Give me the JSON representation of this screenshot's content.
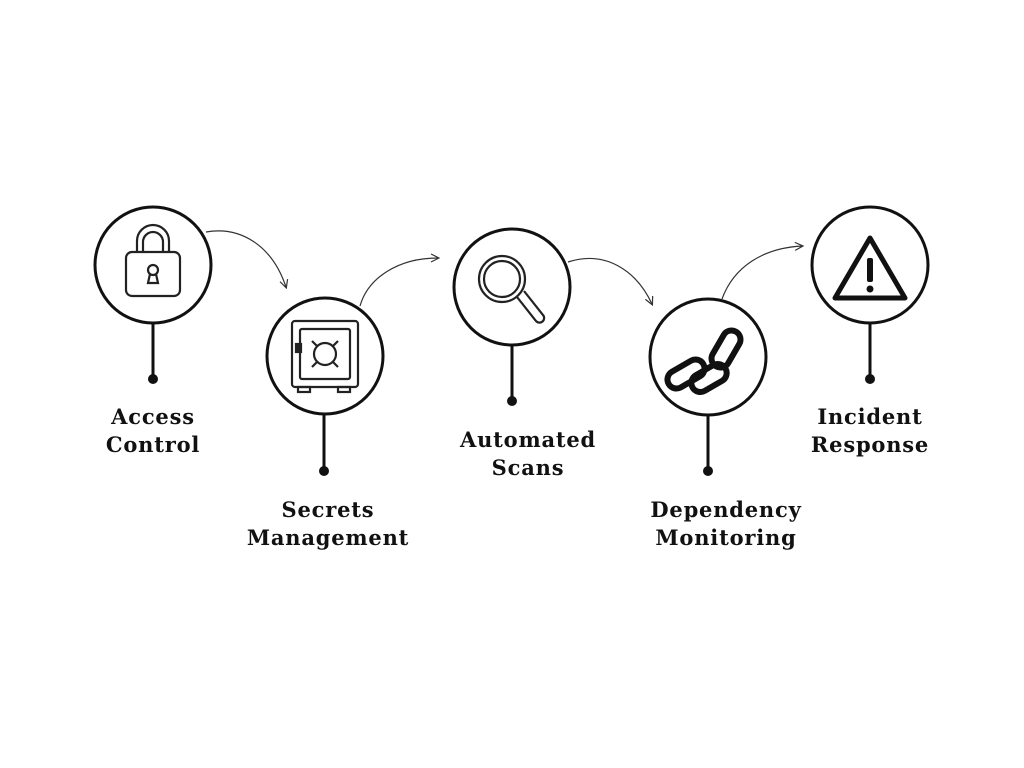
{
  "diagram": {
    "steps": [
      {
        "id": "access-control",
        "icon": "padlock-icon",
        "label": [
          "Access",
          "Control"
        ]
      },
      {
        "id": "secrets-management",
        "icon": "safe-vault-icon",
        "label": [
          "Secrets",
          "Management"
        ]
      },
      {
        "id": "automated-scans",
        "icon": "magnifying-glass-icon",
        "label": [
          "Automated",
          "Scans"
        ]
      },
      {
        "id": "dependency-monitoring",
        "icon": "chain-link-icon",
        "label": [
          "Dependency",
          "Monitoring"
        ]
      },
      {
        "id": "incident-response",
        "icon": "warning-triangle-icon",
        "label": [
          "Incident",
          "Response"
        ]
      }
    ],
    "colors": {
      "stroke": "#111111",
      "background": "#ffffff"
    }
  }
}
